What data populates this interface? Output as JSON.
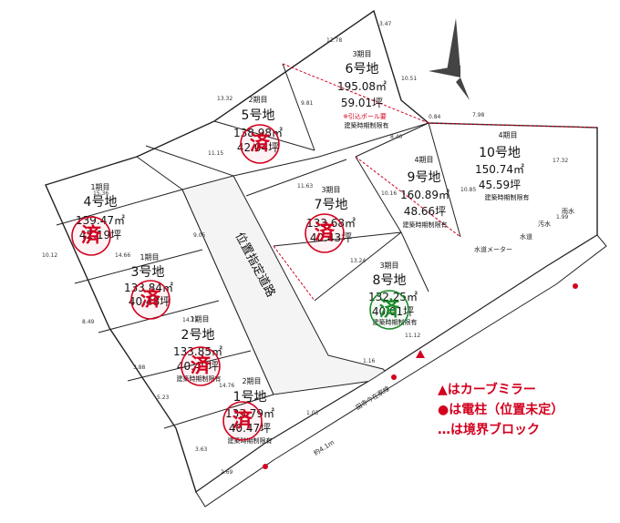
{
  "lots": [
    {
      "id": "lot-1",
      "phase": "2期目",
      "name": "1号地",
      "area": "133.79㎡",
      "tsubo": "40.47坪",
      "restriction": "建築時期制限有",
      "seal": "済"
    },
    {
      "id": "lot-2",
      "phase": "1期目",
      "name": "2号地",
      "area": "133.85㎡",
      "tsubo": "40.49坪",
      "restriction": "建築時期制限有",
      "seal": "済"
    },
    {
      "id": "lot-3",
      "phase": "1期目",
      "name": "3号地",
      "area": "133.84㎡",
      "tsubo": "40.48坪",
      "restriction": "",
      "seal": "済"
    },
    {
      "id": "lot-4",
      "phase": "1期目",
      "name": "4号地",
      "area": "139.47㎡",
      "tsubo": "42.19坪",
      "restriction": "",
      "seal": "済"
    },
    {
      "id": "lot-5",
      "phase": "2期目",
      "name": "5号地",
      "area": "138.98㎡",
      "tsubo": "42.04坪",
      "restriction": "",
      "seal": "済"
    },
    {
      "id": "lot-6",
      "phase": "3期目",
      "name": "6号地",
      "area": "195.08㎡",
      "tsubo": "59.01坪",
      "note": "※引込ポール要",
      "restriction": "建築時期制限有"
    },
    {
      "id": "lot-7",
      "phase": "3期目",
      "name": "7号地",
      "area": "133.68㎡",
      "tsubo": "40.43坪",
      "restriction": "",
      "seal": "済"
    },
    {
      "id": "lot-8",
      "phase": "3期目",
      "name": "8号地",
      "area": "132.25㎡",
      "tsubo": "40.01坪",
      "restriction": "建築時期制限有",
      "seal": "済"
    },
    {
      "id": "lot-9",
      "phase": "4期目",
      "name": "9号地",
      "area": "160.89㎡",
      "tsubo": "48.66坪",
      "restriction": "建築時期制限有"
    },
    {
      "id": "lot-10",
      "phase": "4期目",
      "name": "10号地",
      "area": "150.74㎡",
      "tsubo": "45.59坪",
      "restriction": "建築時期制限有"
    }
  ],
  "roads": {
    "private_road": "位置指定道路",
    "main_road": "田寺今在家線",
    "road_width": "約4.1m"
  },
  "utilities": {
    "water": "水道",
    "sewer": "汚水",
    "rain": "雨水",
    "meter": "水道メーター"
  },
  "legend": [
    "▲はカーブミラー",
    "●は電柱（位置未定）",
    "…は境界ブロック"
  ],
  "dimensions": [
    "15.36",
    "13.32",
    "12.78",
    "3.47",
    "10.51",
    "7.98",
    "17.32",
    "10.12",
    "8.49",
    "3.88",
    "5.23",
    "3.63",
    "2.69",
    "14.66",
    "14.71",
    "14.76",
    "11.15",
    "9.81",
    "11.63",
    "9.05",
    "13.24",
    "10.16",
    "10.85",
    "8.40",
    "0.84",
    "11.12",
    "1.16",
    "1.03",
    "1.99"
  ],
  "colors": {
    "sold_seal": "#d2001e",
    "reserved_seal": "#1a8a2a",
    "boundary": "#d2001e",
    "line": "#222222"
  }
}
